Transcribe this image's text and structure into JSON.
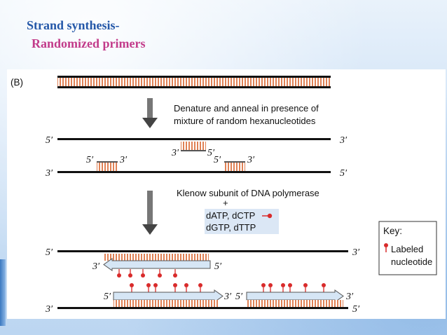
{
  "slide": {
    "title_line1": "Strand synthesis-",
    "title_line2": "Randomized primers"
  },
  "figure": {
    "panel_label": "(B)",
    "step1_line1": "Denature and anneal in presence of",
    "step1_line2": "mixture of random hexanucleotides",
    "step2_line1": "Klenow subunit of DNA polymerase",
    "step2_plus": "+",
    "step2_ntp1": "dATP, dCTP",
    "step2_ntp2": "dGTP, dTTP",
    "key_title": "Key:",
    "key_line1": "Labeled",
    "key_line2": "nucleotide",
    "end5": "5′",
    "end3": "3′"
  },
  "colors": {
    "title_blue": "#2457a8",
    "title_pink": "#c23b8a",
    "primer_orange": "#d9622b",
    "label_red": "#d92b2b",
    "arrow_blue": "#d6e6f5",
    "ntp_box": "#dbe7f5"
  }
}
